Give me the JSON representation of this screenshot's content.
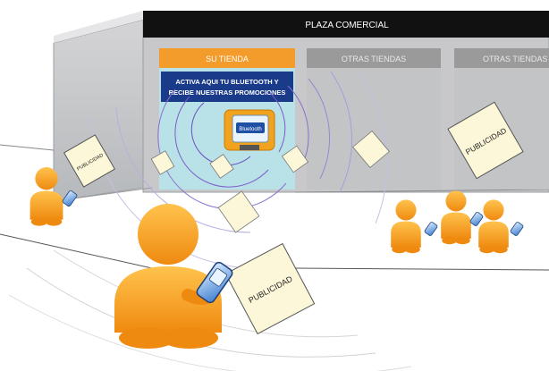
{
  "mall": {
    "title": "PLAZA COMERCIAL",
    "your_store": {
      "label": "SU TIENDA",
      "banner_line1": "ACTIVA AQUI TU BLUETOOTH Y",
      "banner_line2": "RECIBE NUESTRAS PROMOCIONES"
    },
    "other_store_1": "OTRAS TIENDAS",
    "other_store_2": "OTRAS TIENDAS"
  },
  "device": {
    "screen_label": "Bluetooth"
  },
  "flyers": {
    "small": "PUBLICIDAD",
    "right": "PUBLICIDAD",
    "large": "PUBLICIDAD"
  },
  "colors": {
    "header_bar": "#111111",
    "store_facade": "#c8c8ca",
    "store_wall": "#bfc3c6",
    "your_store_orange": "#f39c2b",
    "banner_blue": "#1a3a8a",
    "window_teal": "#b9e2e8",
    "other_store_gray": "#9a9a9a",
    "person_orange": "#f59a17",
    "flyer_paper": "#fbf7d8"
  }
}
